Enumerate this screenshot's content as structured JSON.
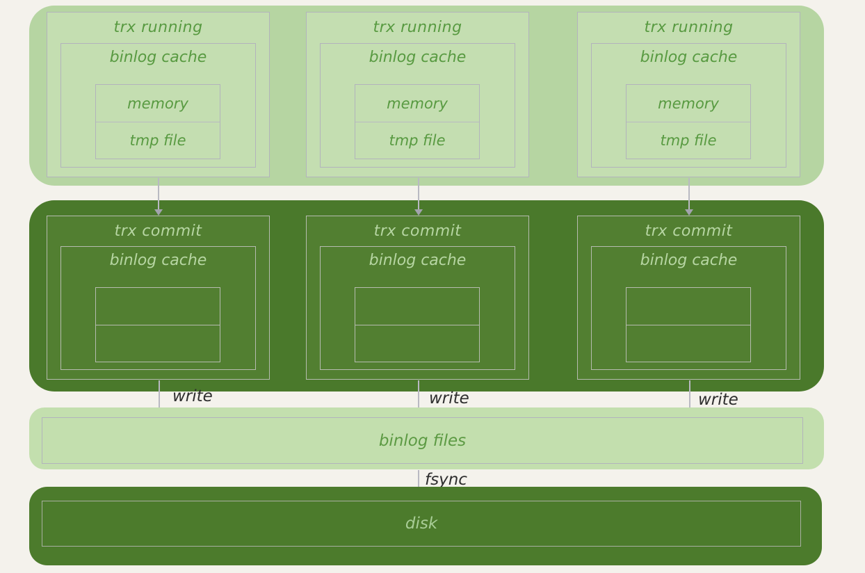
{
  "flow": {
    "running": {
      "columns": [
        {
          "title": "trx running",
          "cache_title": "binlog cache",
          "cells": [
            "memory",
            "tmp file"
          ]
        },
        {
          "title": "trx running",
          "cache_title": "binlog cache",
          "cells": [
            "memory",
            "tmp file"
          ]
        },
        {
          "title": "trx running",
          "cache_title": "binlog cache",
          "cells": [
            "memory",
            "tmp file"
          ]
        }
      ]
    },
    "commit": {
      "columns": [
        {
          "title": "trx commit",
          "cache_title": "binlog cache"
        },
        {
          "title": "trx commit",
          "cache_title": "binlog cache"
        },
        {
          "title": "trx commit",
          "cache_title": "binlog cache"
        }
      ]
    },
    "write_labels": [
      "write",
      "write",
      "write"
    ],
    "fsync_label": "fsync",
    "binlog_files_label": "binlog files",
    "disk_label": "disk"
  },
  "colors": {
    "background": "#f4f2ec",
    "running_band": "#b6d5a2",
    "running_box": "#c4deb1",
    "commit_band": "#4a792b",
    "commit_box": "#527f31",
    "border_gray": "#b2b3bc",
    "ink_on_light": "#589a41",
    "ink_on_dark": "#b7d6a3",
    "flow_label_ink": "#2e2e2e",
    "arrow_gray": "#a2a3ad"
  }
}
